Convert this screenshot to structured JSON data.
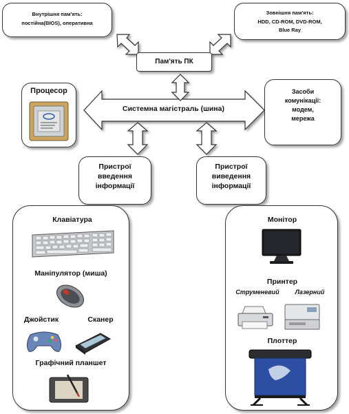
{
  "boxes": {
    "internal_memory": {
      "title": "Внутрішня пам'ять:",
      "body": "постійна(BIOS), оперативна"
    },
    "external_memory": {
      "title": "Зовнішня пам'ять:",
      "body": "HDD, CD-ROM, DVD-ROM,",
      "body2": "Blue Ray"
    },
    "pc_memory": "Пам'ять ПК",
    "processor": "Процесор",
    "communication": {
      "line1": "Засоби",
      "line2": "комунікації:",
      "line3": "модем,",
      "line4": "мережа"
    },
    "input_devices": {
      "line1": "Пристрої",
      "line2": "введення",
      "line3": "інформації"
    },
    "output_devices": {
      "line1": "Пристрої",
      "line2": "виведення",
      "line3": "інформації"
    }
  },
  "bus": "Системна магістраль (шина)",
  "input_panel": {
    "keyboard": "Клавіатура",
    "mouse": "Маніпулятор (миша)",
    "joystick": "Джойстик",
    "scanner": "Сканер",
    "tablet": "Графічний планшет"
  },
  "output_panel": {
    "monitor": "Монітор",
    "printer": "Принтер",
    "inkjet": "Струменевий",
    "laser": "Лазерний",
    "plotter": "Плоттер"
  },
  "colors": {
    "arrow_fill": "#ffffff",
    "stroke": "#333333",
    "shadow": "#9a9a9a"
  }
}
